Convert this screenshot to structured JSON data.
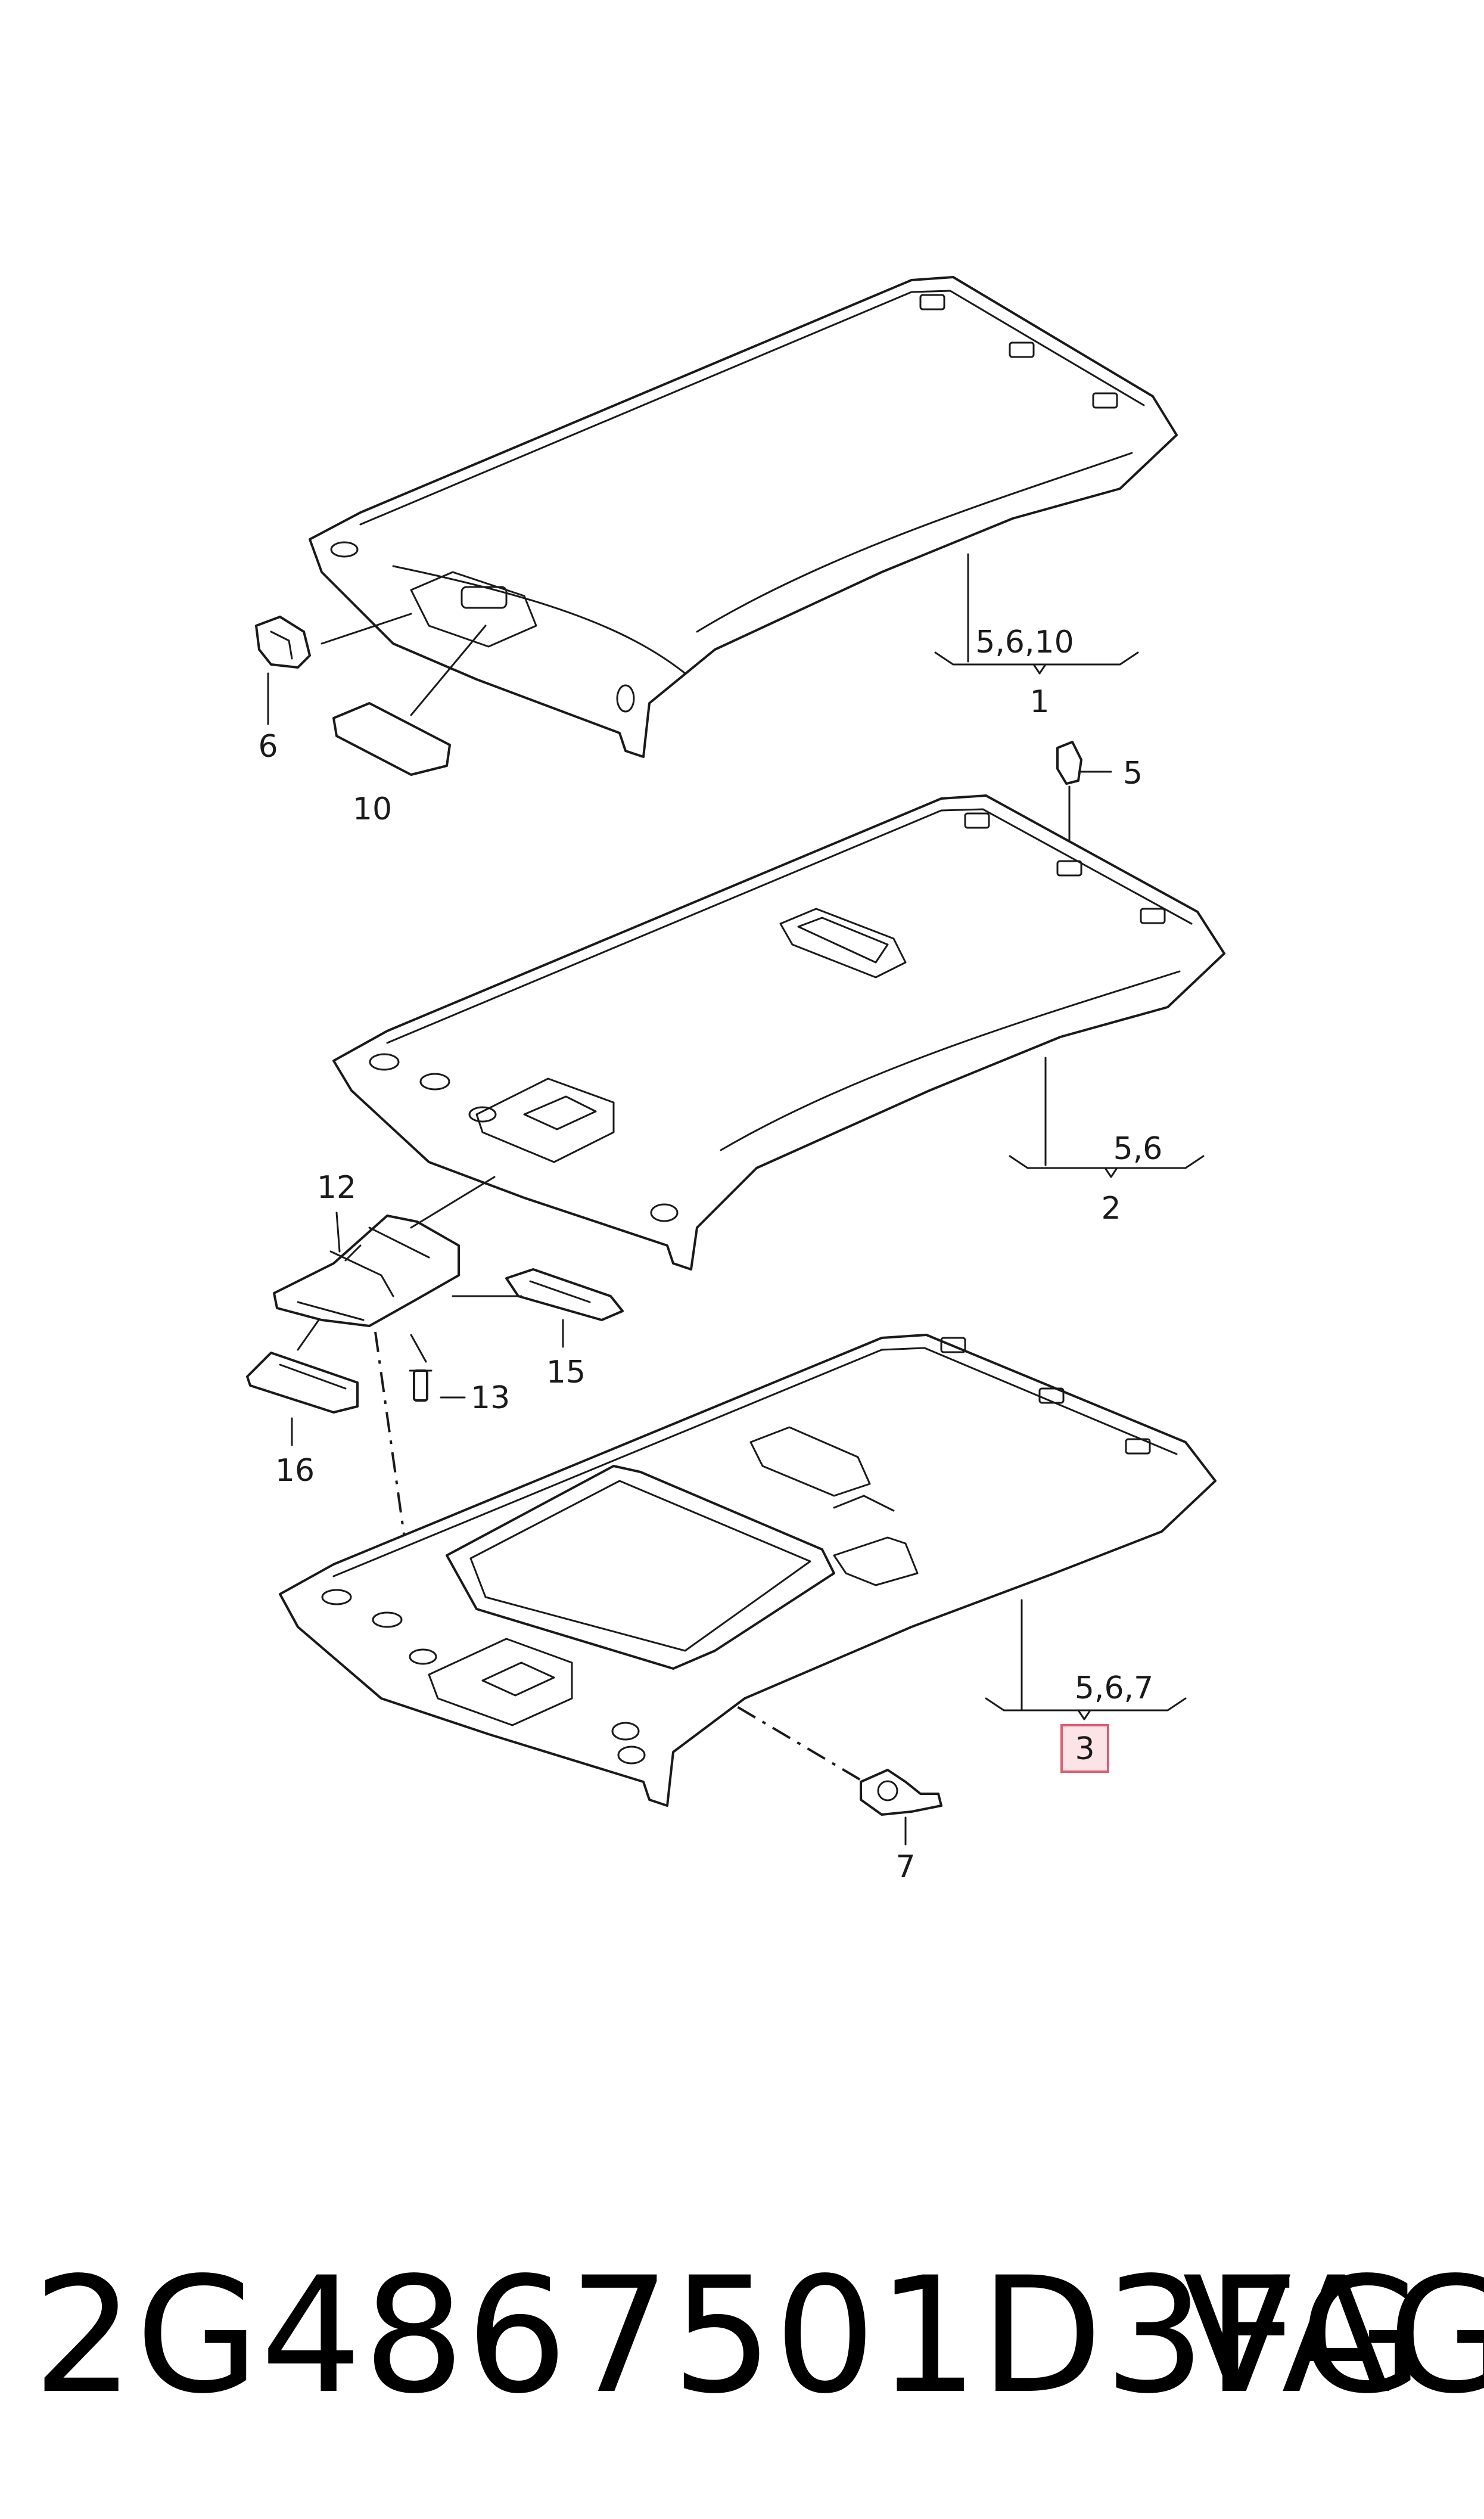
{
  "callouts": {
    "headliner_1": {
      "number": "1",
      "sub": "5,6,10"
    },
    "headliner_2": {
      "number": "2",
      "sub": "5,6"
    },
    "headliner_3": {
      "number": "3",
      "sub": "5,6,7"
    },
    "part_5": "5",
    "part_6": "6",
    "part_7": "7",
    "part_10": "10",
    "part_12": "12",
    "part_13": "13",
    "part_15": "15",
    "part_16": "16"
  },
  "highlight_color": "#e05b72",
  "footer": {
    "part_number": "2G4867501D3FG",
    "brand": "VAG"
  }
}
